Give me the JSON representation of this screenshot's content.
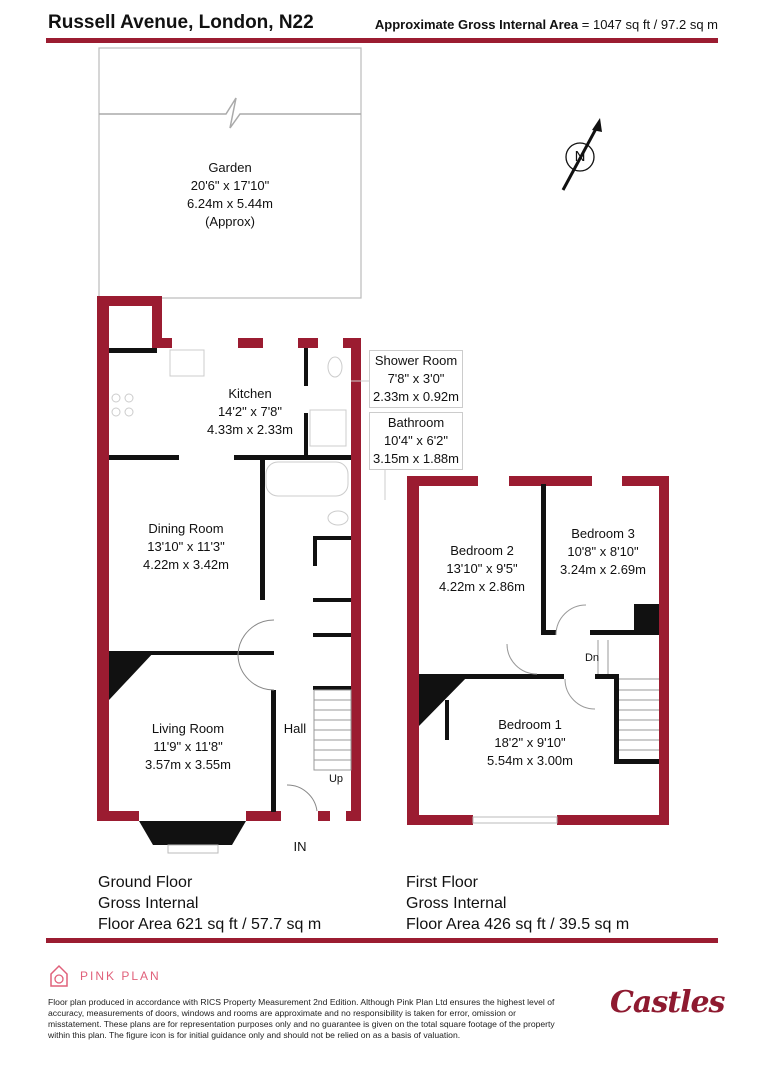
{
  "header": {
    "title": "Russell Avenue, London, N22",
    "area_label": "Approximate Gross Internal Area",
    "area_value": "= 1047 sq ft / 97.2 sq m"
  },
  "compass": {
    "label": "N"
  },
  "rooms": {
    "garden": {
      "name": "Garden",
      "imperial": "20'6\" x 17'10\"",
      "metric": "6.24m x 5.44m",
      "note": "(Approx)"
    },
    "kitchen": {
      "name": "Kitchen",
      "imperial": "14'2\" x 7'8\"",
      "metric": "4.33m x 2.33m"
    },
    "shower_room": {
      "name": "Shower Room",
      "imperial": "7'8\" x 3'0\"",
      "metric": "2.33m x 0.92m"
    },
    "bathroom": {
      "name": "Bathroom",
      "imperial": "10'4\" x 6'2\"",
      "metric": "3.15m x 1.88m"
    },
    "dining_room": {
      "name": "Dining Room",
      "imperial": "13'10\" x 11'3\"",
      "metric": "4.22m x 3.42m"
    },
    "living_room": {
      "name": "Living Room",
      "imperial": "11'9\" x 11'8\"",
      "metric": "3.57m x 3.55m"
    },
    "hall": {
      "name": "Hall"
    },
    "bedroom2": {
      "name": "Bedroom 2",
      "imperial": "13'10\" x 9'5\"",
      "metric": "4.22m x 2.86m"
    },
    "bedroom3": {
      "name": "Bedroom 3",
      "imperial": "10'8\" x 8'10\"",
      "metric": "3.24m x 2.69m"
    },
    "bedroom1": {
      "name": "Bedroom 1",
      "imperial": "18'2\" x 9'10\"",
      "metric": "5.54m x 3.00m"
    }
  },
  "markers": {
    "up": "Up",
    "down": "Dn",
    "entrance": "IN"
  },
  "floors": {
    "ground": {
      "line1": "Ground Floor",
      "line2": "Gross Internal",
      "line3": "Floor Area 621 sq ft / 57.7 sq m"
    },
    "first": {
      "line1": "First Floor",
      "line2": "Gross Internal",
      "line3": "Floor Area 426 sq ft / 39.5 sq m"
    }
  },
  "footer": {
    "brand": "PINK PLAN",
    "disclaimer": "Floor plan produced in accordance with RICS Property Measurement 2nd Edition. Although Pink Plan Ltd ensures the highest level of accuracy, measurements of doors, windows and rooms are approximate and no responsibility is taken for error, omission or misstatement. These plans are for representation purposes only and no guarantee is given on the total square footage of the property within this plan. The figure icon is for initial guidance only and should not be relied on as a basis of valuation.",
    "agent_logo": "Castles"
  },
  "colors": {
    "wall": "#9b1c31",
    "brand_pink": "#e0607a",
    "agent": "#8e1a30"
  }
}
